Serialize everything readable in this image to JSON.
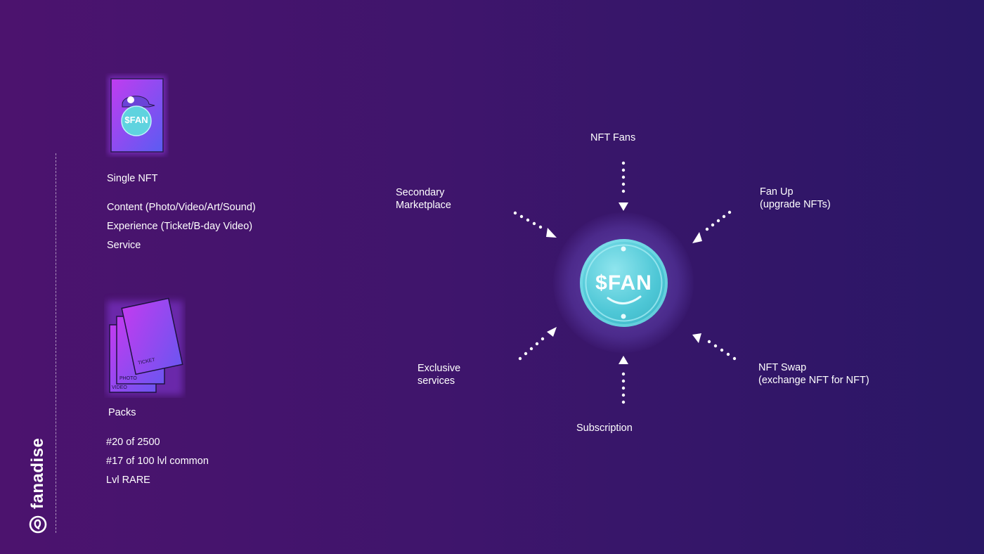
{
  "brand": {
    "name": "fanadise"
  },
  "single_nft": {
    "card_label": "$FAN",
    "title": "Single NFT",
    "items": [
      "Content (Photo/Video/Art/Sound)",
      "Experience (Ticket/B-day Video)",
      "Service"
    ]
  },
  "packs": {
    "card_labels": [
      "TICKET",
      "PHOTO",
      "VIDEO"
    ],
    "title": "Packs",
    "items": [
      "#20 of 2500",
      "#17 of 100 lvl common",
      "Lvl RARE"
    ]
  },
  "hub": {
    "coin_label": "$FAN",
    "sources": {
      "top": "NFT Fans",
      "top_left": [
        "Secondary",
        "Marketplace"
      ],
      "top_right": [
        "Fan Up",
        "(upgrade NFTs)"
      ],
      "bottom_left": [
        "Exclusive",
        "services"
      ],
      "bottom_right": [
        "NFT Swap",
        "(exchange NFT for NFT)"
      ],
      "bottom": "Subscription"
    }
  },
  "colors": {
    "background_left": "#4c136e",
    "background_right": "#2a1766",
    "coin": "#4ec7d6",
    "card_gradient_start": "#c13cf0",
    "card_gradient_end": "#5a5cf2"
  }
}
